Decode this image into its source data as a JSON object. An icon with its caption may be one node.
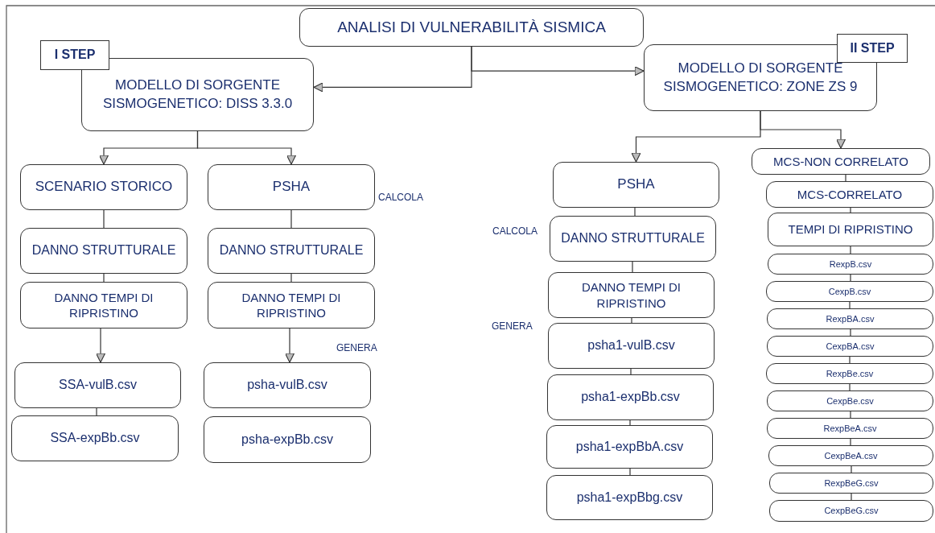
{
  "diagram": {
    "nodes": [
      {
        "text": [
          "ANALISI DI VULNERABILITÀ SISMICA"
        ]
      },
      {
        "text": [
          "I STEP"
        ]
      },
      {
        "text": [
          "MODELLO DI SORGENTE SISMOGENETICO: DISS 3.3.0"
        ]
      },
      {
        "text": [
          "II STEP"
        ]
      },
      {
        "text": [
          "MODELLO DI SORGENTE SISMOGENETICO: ZONE ZS 9"
        ]
      },
      {
        "text": [
          "SCENARIO STORICO"
        ]
      },
      {
        "text": [
          "DANNO STRUTTURALE"
        ]
      },
      {
        "text": [
          "DANNO TEMPI DI RIPRISTINO"
        ]
      },
      {
        "text": [
          "SSA-vulB.csv"
        ]
      },
      {
        "text": [
          "SSA-expBb.csv"
        ]
      },
      {
        "text": [
          "PSHA"
        ]
      },
      {
        "text": [
          "DANNO STRUTTURALE"
        ]
      },
      {
        "text": [
          "DANNO TEMPI DI RIPRISTINO"
        ]
      },
      {
        "text": [
          "psha-vulB.csv"
        ]
      },
      {
        "text": [
          "psha-expBb.csv"
        ]
      },
      {
        "text": [
          "PSHA"
        ]
      },
      {
        "text": [
          "DANNO STRUTTURALE"
        ]
      },
      {
        "text": [
          "DANNO TEMPI DI RIPRISTINO"
        ]
      },
      {
        "text": [
          "psha1-vulB.csv"
        ]
      },
      {
        "text": [
          "psha1-expBb.csv"
        ]
      },
      {
        "text": [
          "psha1-expBbA.csv"
        ]
      },
      {
        "text": [
          "psha1-expBbg.csv"
        ]
      },
      {
        "text": [
          "MCS-NON CORRELATO"
        ]
      },
      {
        "text": [
          "MCS-CORRELATO"
        ]
      },
      {
        "text": [
          "TEMPI DI RIPRISTINO"
        ]
      },
      {
        "text": [
          "RexpB.csv"
        ]
      },
      {
        "text": [
          "CexpB.csv"
        ]
      },
      {
        "text": [
          "RexpBA.csv"
        ]
      },
      {
        "text": [
          "CexpBA.csv"
        ]
      },
      {
        "text": [
          "RexpBe.csv"
        ]
      },
      {
        "text": [
          "CexpBe.csv"
        ]
      },
      {
        "text": [
          "RexpBeA.csv"
        ]
      },
      {
        "text": [
          "CexpBeA.csv"
        ]
      },
      {
        "text": [
          "RexpBeG.csv"
        ]
      },
      {
        "text": [
          "CexpBeG.csv"
        ]
      }
    ],
    "edges": [
      {
        "from": 0,
        "to": 2,
        "arrow": "to"
      },
      {
        "from": 0,
        "to": 4,
        "arrow": "to"
      },
      {
        "from": 2,
        "to": 5,
        "arrow": "to"
      },
      {
        "from": 2,
        "to": 10,
        "arrow": "to"
      },
      {
        "from": 5,
        "to": 6,
        "arrow": "none"
      },
      {
        "from": 6,
        "to": 7,
        "arrow": "none"
      },
      {
        "from": 7,
        "to": 8,
        "arrow": "to"
      },
      {
        "from": 8,
        "to": 9,
        "arrow": "none"
      },
      {
        "from": 10,
        "to": 11,
        "arrow": "none"
      },
      {
        "from": 11,
        "to": 12,
        "arrow": "none"
      },
      {
        "from": 12,
        "to": 13,
        "arrow": "to"
      },
      {
        "from": 4,
        "to": 15,
        "arrow": "to"
      },
      {
        "from": 4,
        "to": 22,
        "arrow": "to"
      },
      {
        "from": 15,
        "to": 16,
        "arrow": "none"
      },
      {
        "from": 16,
        "to": 17,
        "arrow": "none"
      },
      {
        "from": 17,
        "to": 18,
        "arrow": "none"
      },
      {
        "from": 18,
        "to": 19,
        "arrow": "none"
      },
      {
        "from": 19,
        "to": 20,
        "arrow": "none"
      },
      {
        "from": 20,
        "to": 21,
        "arrow": "none"
      },
      {
        "from": 22,
        "to": 23,
        "arrow": "none"
      },
      {
        "from": 23,
        "to": 24,
        "arrow": "none"
      },
      {
        "from": 24,
        "to": 25,
        "arrow": "none"
      },
      {
        "from": 25,
        "to": 26,
        "arrow": "none"
      },
      {
        "from": 26,
        "to": 27,
        "arrow": "none"
      },
      {
        "from": 27,
        "to": 28,
        "arrow": "none"
      },
      {
        "from": 28,
        "to": 29,
        "arrow": "none"
      },
      {
        "from": 29,
        "to": 30,
        "arrow": "none"
      },
      {
        "from": 30,
        "to": 31,
        "arrow": "none"
      },
      {
        "from": 31,
        "to": 32,
        "arrow": "none"
      },
      {
        "from": 32,
        "to": 33,
        "arrow": "none"
      },
      {
        "from": 33,
        "to": 34,
        "arrow": "none"
      }
    ],
    "labels": [
      "CALCOLA",
      "GENERA",
      "CALCOLA",
      "GENERA"
    ]
  }
}
